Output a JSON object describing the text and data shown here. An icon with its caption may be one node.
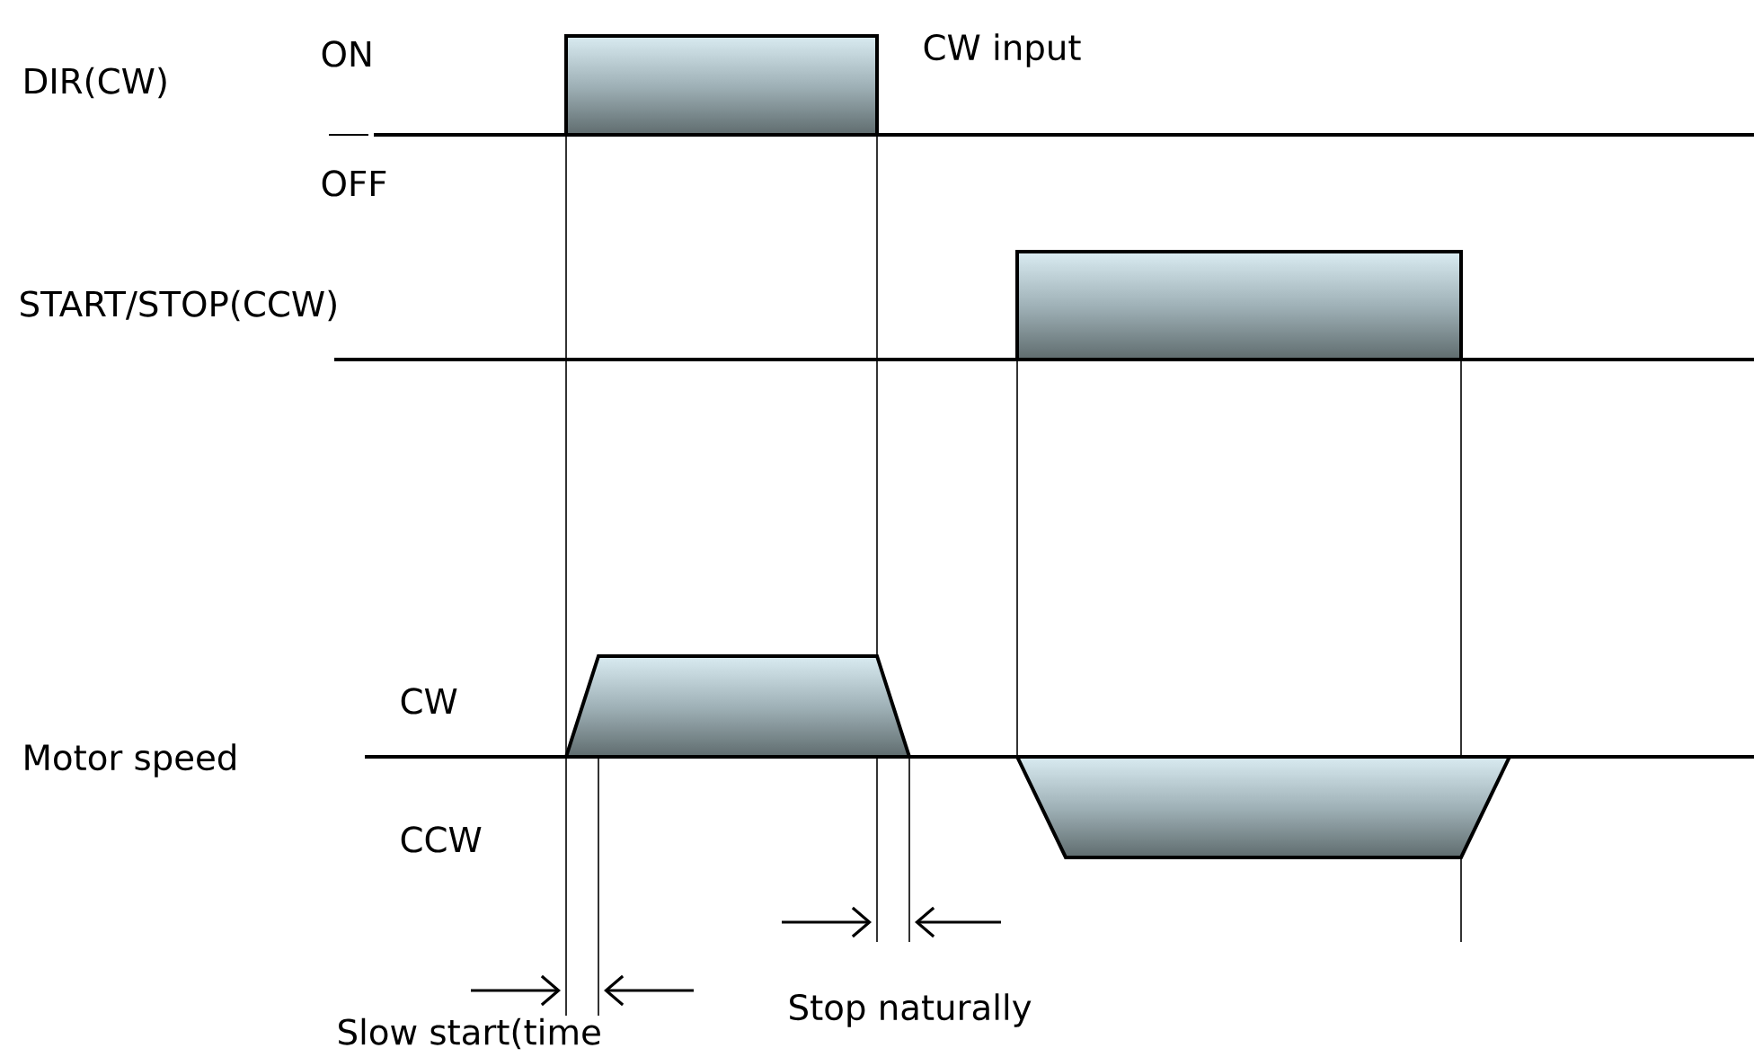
{
  "diagram": {
    "labels": [
      "DIR(CW)",
      "ON",
      "CW input",
      "OFF",
      "START/STOP(CCW)",
      "CW",
      "Motor speed",
      "CCW",
      "Slow start(time",
      "Stop naturally"
    ]
  }
}
